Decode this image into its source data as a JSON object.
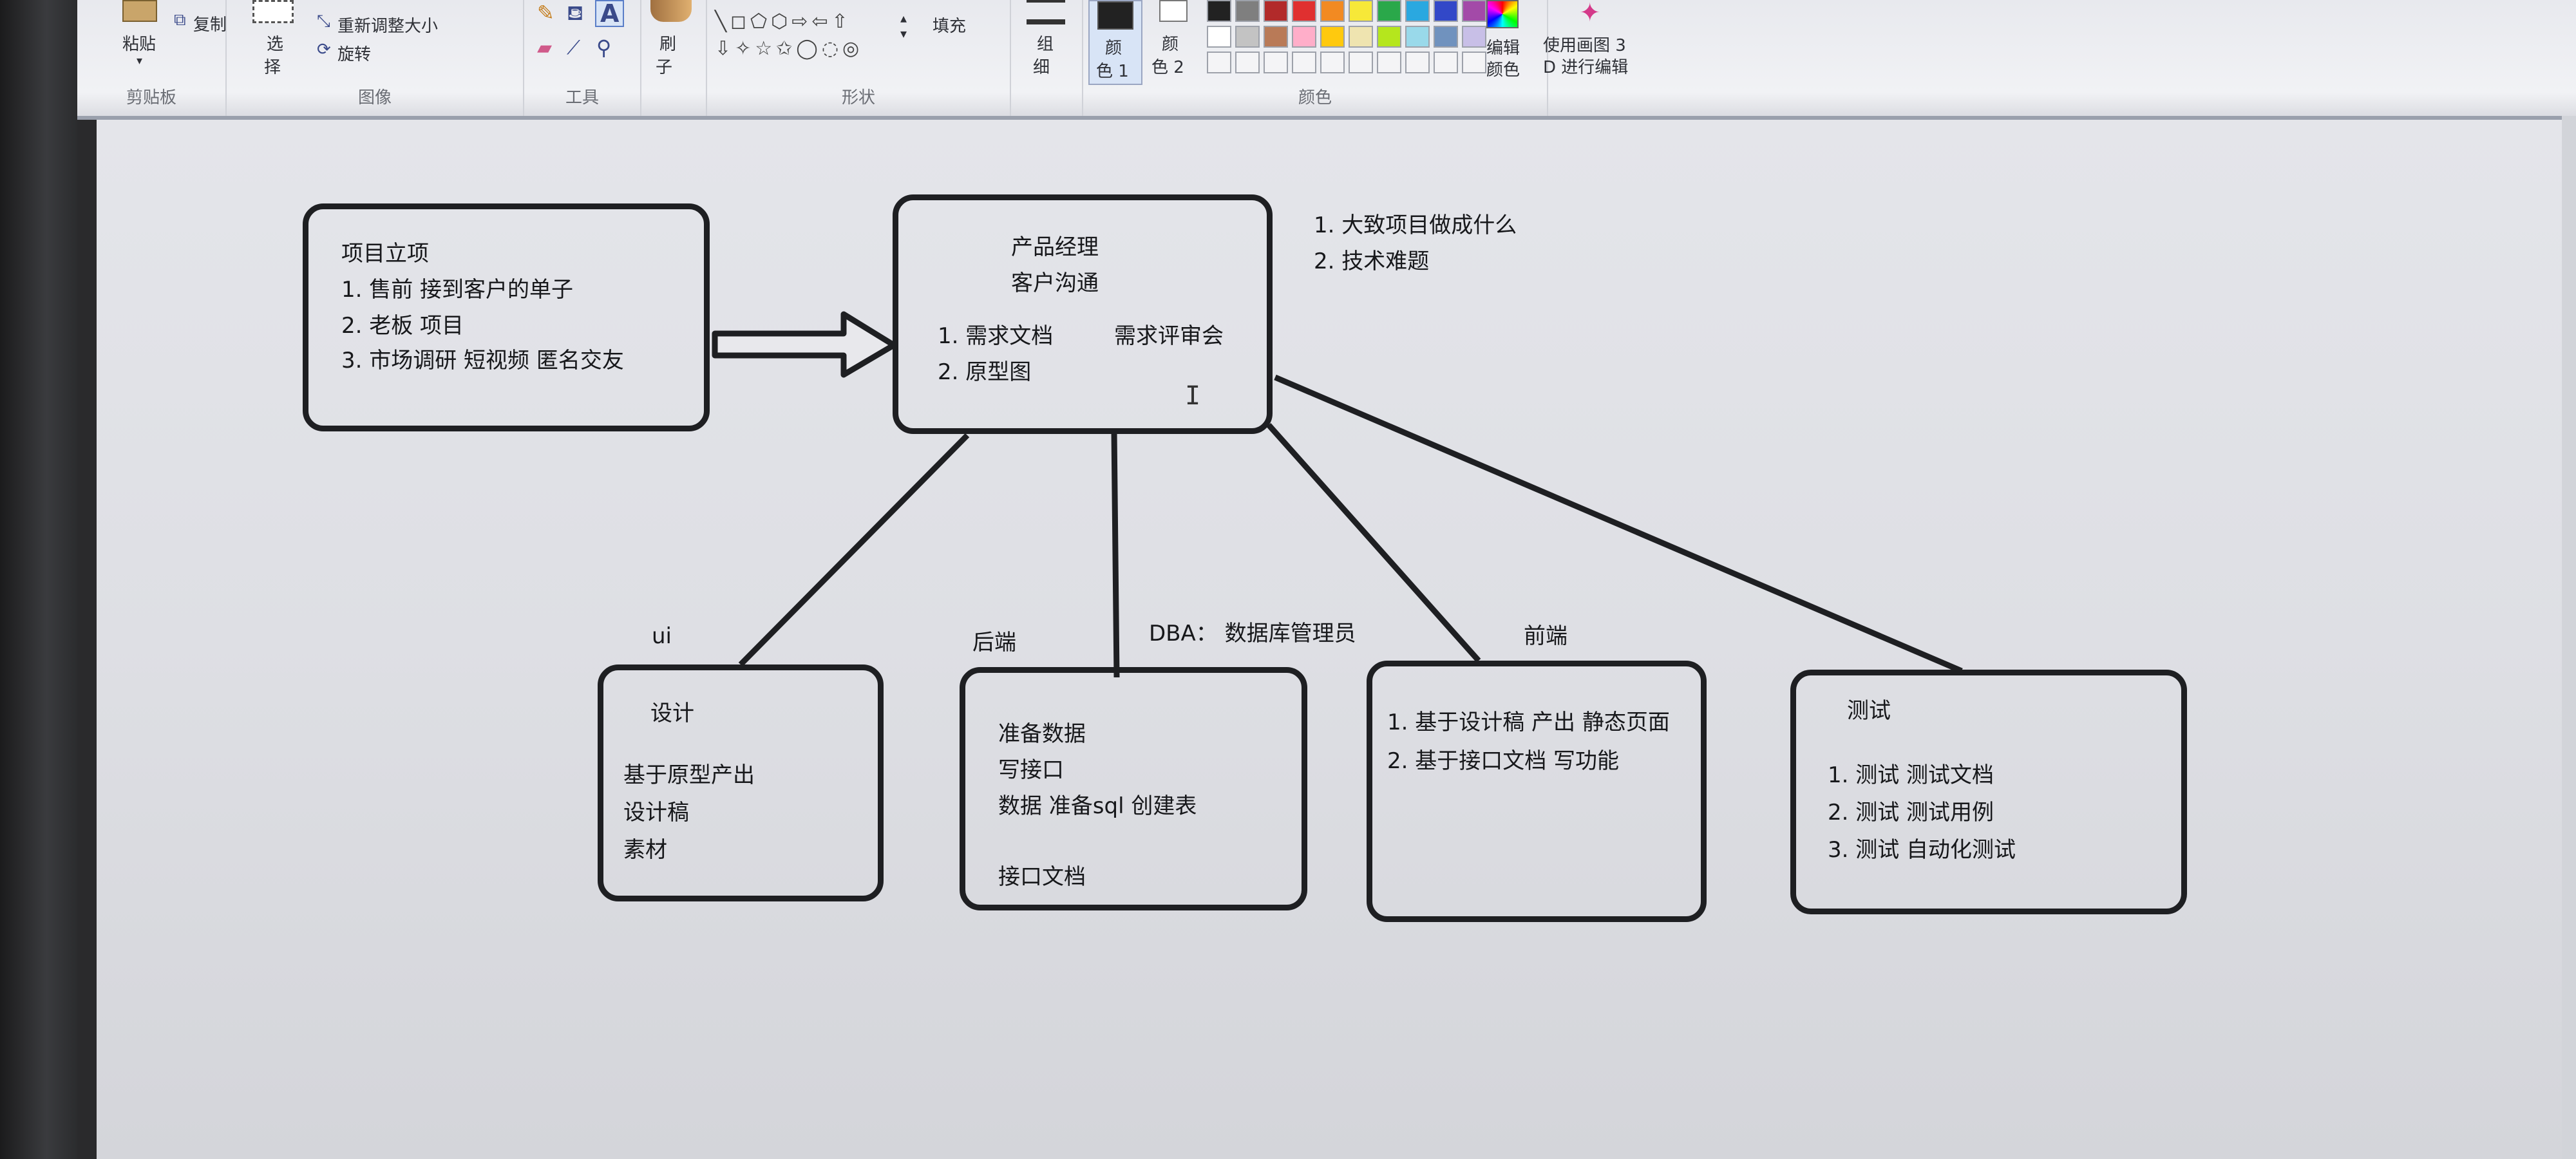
{
  "ribbon": {
    "clipboard": {
      "paste": "粘贴",
      "copy": "复制",
      "label": "剪贴板"
    },
    "image": {
      "select": "选",
      "select2": "择",
      "resize": "重新调整大小",
      "rotate": "旋转",
      "label": "图像"
    },
    "tools": {
      "label": "工具"
    },
    "brushes": {
      "line1": "刷",
      "line2": "子"
    },
    "shapes": {
      "fill": "填充",
      "label": "形状"
    },
    "size": {
      "line1": "组",
      "line2": "细"
    },
    "color1": {
      "line1": "颜",
      "line2": "色 1"
    },
    "color2": {
      "line1": "颜",
      "line2": "色 2"
    },
    "colors": {
      "label": "颜色"
    },
    "edit_colors": {
      "line1": "编辑",
      "line2": "颜色"
    },
    "paint3d": {
      "line1": "使用画图 3",
      "line2": "D 进行编辑"
    },
    "palette": [
      "#222222",
      "#7f7f7f",
      "#b22a2a",
      "#e03030",
      "#f28a22",
      "#f7e838",
      "#2aa84a",
      "#2aa8e0",
      "#3248c8",
      "#a34aa8",
      "#ffffff",
      "#c3c3c3",
      "#b97a57",
      "#ffaec9",
      "#ffc90e",
      "#efe4b0",
      "#b5e61d",
      "#99d9ea",
      "#7092be",
      "#c8bfe7"
    ]
  },
  "diagram": {
    "project": {
      "title": "项目立项",
      "l1": "1. 售前   接到客户的单子",
      "l2": "2. 老板    项目",
      "l3": "3. 市场调研   短视频    匿名交友"
    },
    "pm": {
      "title1": "产品经理",
      "title2": "客户沟通",
      "l1": "1. 需求文档",
      "l1b": "需求评审会",
      "l2": "2. 原型图"
    },
    "notes": {
      "n1": "1. 大致项目做成什么",
      "n2": "2. 技术难题"
    },
    "labels": {
      "ui": "ui",
      "backend": "后端",
      "dba": "DBA：   数据库管理员",
      "frontend": "前端"
    },
    "design": {
      "title": "设计",
      "l1": "基于原型产出",
      "l2": "设计稿",
      "l3": "素材"
    },
    "backend": {
      "l1": "准备数据",
      "l2": "写接口",
      "l3": "数据    准备sql  创建表",
      "l4": "接口文档"
    },
    "frontend": {
      "l1": "1. 基于设计稿 产出  静态页面",
      "l2": "2. 基于接口文档  写功能"
    },
    "test": {
      "title": "测试",
      "l1": "1. 测试  测试文档",
      "l2": "2. 测试    测试用例",
      "l3": "3. 测试    自动化测试"
    }
  }
}
